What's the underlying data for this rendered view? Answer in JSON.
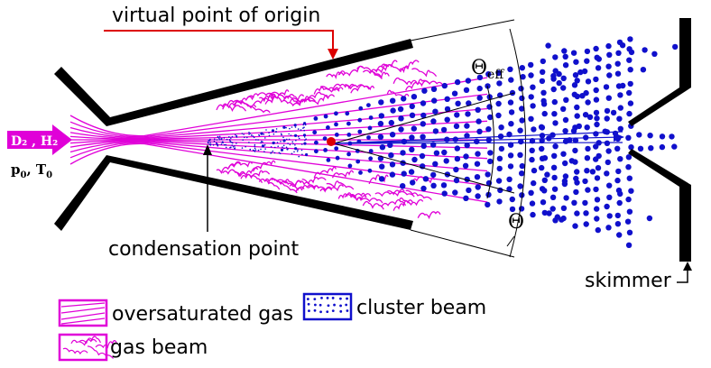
{
  "labels": {
    "virtual_origin": "virtual  point of origin",
    "theta_eff_main": "Θ",
    "theta_eff_sub": "eff",
    "theta": "Θ",
    "condensation": "condensation point",
    "skimmer": "skimmer",
    "inlet_gas": "D₂ , H₂",
    "inlet_cond_p": "p",
    "inlet_cond_p_sub": "0",
    "inlet_cond_t": ", T",
    "inlet_cond_t_sub": "0"
  },
  "legend": {
    "oversaturated": "oversaturated gas",
    "cluster": "cluster beam",
    "gas": "gas beam"
  },
  "colors": {
    "gas": "#e000d8",
    "cluster": "#1010cc",
    "origin_arrow": "#dd0000",
    "nozzle": "#000000"
  }
}
